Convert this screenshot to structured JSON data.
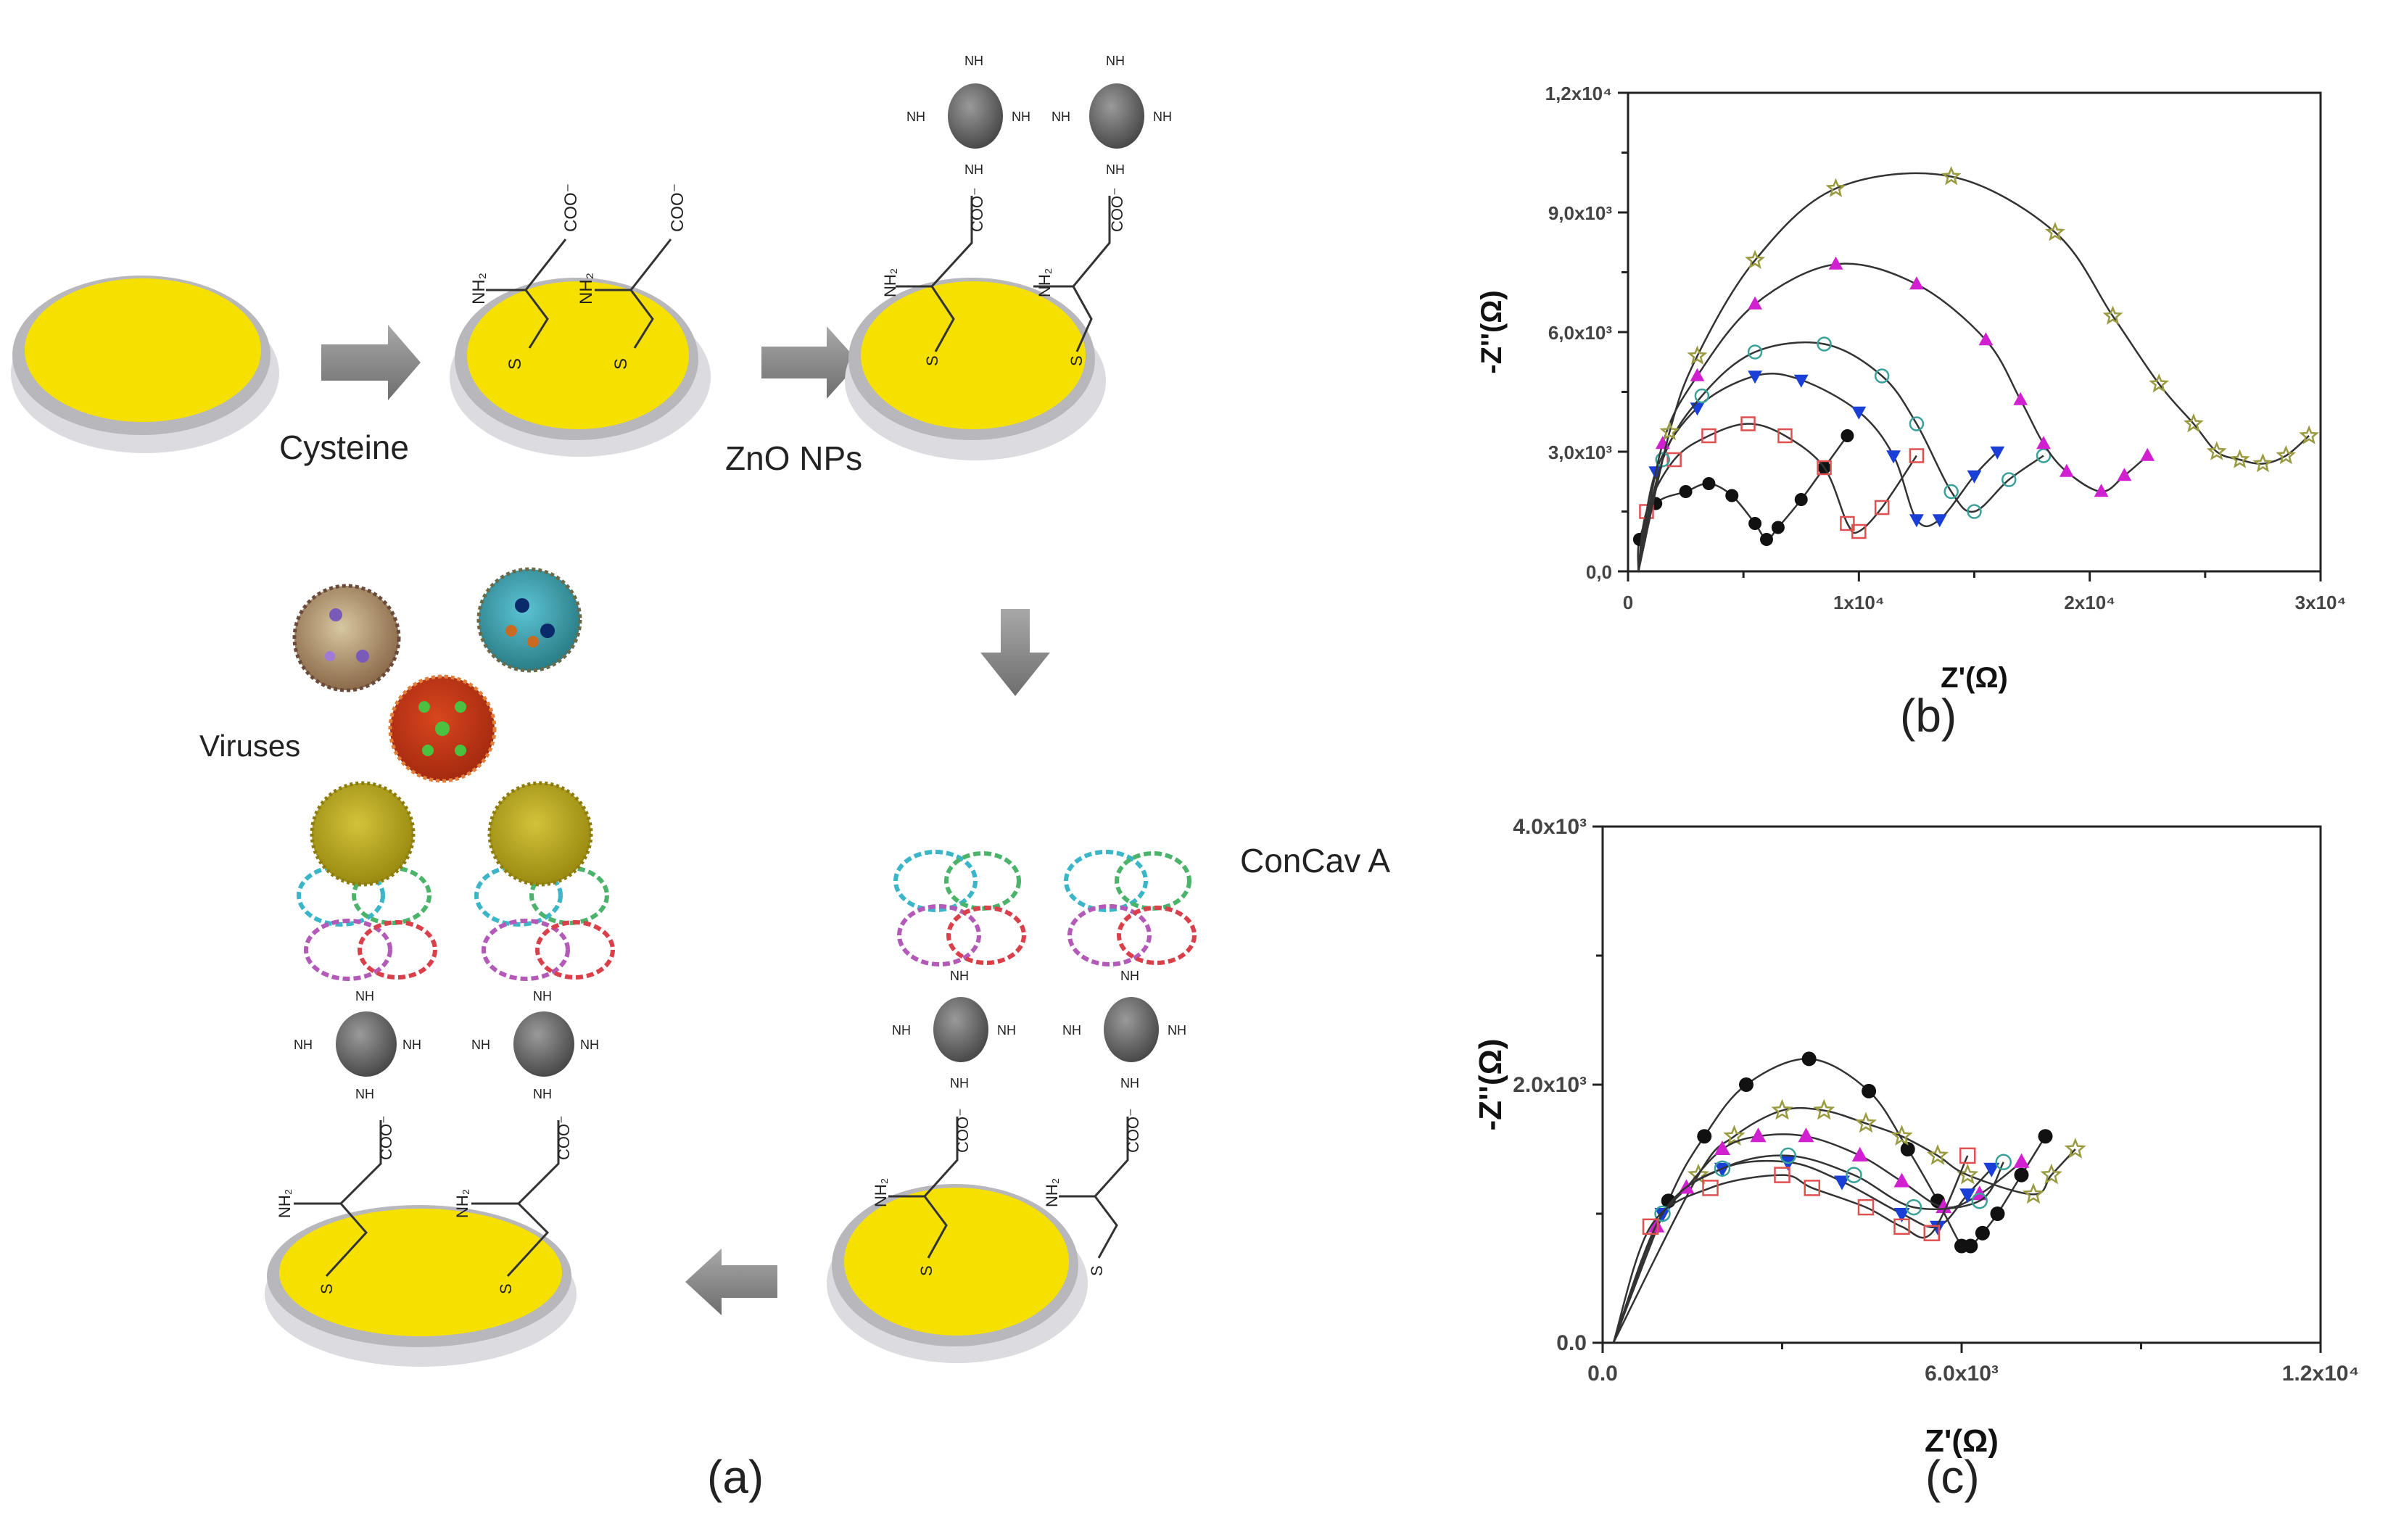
{
  "figure": {
    "panel_a": {
      "caption": "(a)",
      "steps": [
        "Cysteine",
        "ZnO NPs",
        "ConCav A",
        "Viruses"
      ],
      "molecule_labels": {
        "carboxylate": "COO⁻",
        "amine": "NH₂",
        "sulfur": "S",
        "nh": "NH"
      },
      "colors": {
        "electrode_gold": "#f5e000",
        "electrode_rim": "#b8b8bc",
        "nanoparticle": "#6e6e6e",
        "arrow": "#8a8a8a"
      }
    },
    "panel_b": {
      "caption": "(b)",
      "ylabel": "-Z''(Ω)",
      "xlabel": "Z'(Ω)",
      "yticks": [
        "0,0",
        "3,0x10³",
        "6,0x10³",
        "9,0x10³",
        "1,2x10⁴"
      ],
      "xticks": [
        "0",
        "1x10⁴",
        "2x10⁴",
        "3x10⁴"
      ]
    },
    "panel_c": {
      "caption": "(c)",
      "ylabel": "-Z''(Ω)",
      "xlabel": "Z'(Ω)",
      "yticks": [
        "0.0",
        "2.0x10³",
        "4.0x10³"
      ],
      "xticks": [
        "0.0",
        "6.0x10³",
        "1.2x10⁴"
      ]
    }
  },
  "chart_data": [
    {
      "type": "scatter",
      "title": "(b)",
      "xlabel": "Z'(Ω)",
      "ylabel": "-Z''(Ω)",
      "xlim": [
        0,
        30000
      ],
      "ylim": [
        0,
        12000
      ],
      "grid": false,
      "legend": "none",
      "series": [
        {
          "name": "black filled circles",
          "marker": "circle-filled",
          "color": "#111111",
          "x": [
            500,
            1200,
            2500,
            3500,
            4500,
            5500,
            6000,
            6500,
            7500,
            8500,
            9500
          ],
          "y": [
            800,
            1700,
            2000,
            2200,
            1900,
            1200,
            800,
            1100,
            1800,
            2600,
            3400
          ]
        },
        {
          "name": "red open squares",
          "marker": "square-open",
          "color": "#e05050",
          "x": [
            800,
            2000,
            3500,
            5200,
            6800,
            8500,
            9500,
            10000,
            11000,
            12500
          ],
          "y": [
            1500,
            2800,
            3400,
            3700,
            3400,
            2600,
            1200,
            1000,
            1600,
            2900
          ],
          "fit": "semicircle peak ~3600 at x~5200, min ~1000 at x~10000"
        },
        {
          "name": "blue down triangles",
          "marker": "triangle-down-filled",
          "color": "#1a3fd6",
          "x": [
            1200,
            3000,
            5500,
            7500,
            10000,
            11500,
            12500,
            13500,
            15000,
            16000
          ],
          "y": [
            2500,
            4100,
            4900,
            4800,
            4000,
            2900,
            1300,
            1300,
            2400,
            3000
          ],
          "fit": "peak ~4800 at x~7000, min ~1300 at x~13000"
        },
        {
          "name": "teal open circles",
          "marker": "circle-open",
          "color": "#3aa09a",
          "x": [
            1500,
            3200,
            5500,
            8500,
            11000,
            12500,
            14000,
            15000,
            16500,
            18000
          ],
          "y": [
            2800,
            4400,
            5500,
            5700,
            4900,
            3700,
            2000,
            1500,
            2300,
            2900
          ],
          "fit": "peak ~5700 at x~8000, min ~1500 at x~15000"
        },
        {
          "name": "magenta triangles",
          "marker": "triangle-up-filled",
          "color": "#d020d0",
          "x": [
            1500,
            3000,
            5500,
            9000,
            12500,
            15500,
            17000,
            18000,
            19000,
            20500,
            21500,
            22500
          ],
          "y": [
            3200,
            4900,
            6700,
            7700,
            7200,
            5800,
            4300,
            3200,
            2500,
            2000,
            2400,
            2900
          ],
          "fit": "peak ~7500 at x~10000, min ~1800 at x~20000"
        },
        {
          "name": "olive stars",
          "marker": "star-open",
          "color": "#9a9a40",
          "x": [
            1800,
            3000,
            5500,
            9000,
            14000,
            18500,
            21000,
            23000,
            24500,
            25500,
            26500,
            27500,
            28500,
            29500
          ],
          "y": [
            3500,
            5400,
            7800,
            9600,
            9900,
            8500,
            6400,
            4700,
            3700,
            3000,
            2800,
            2700,
            2900,
            3400
          ],
          "fit": "peak ~9900 at x~13000, min ~2300 at x~26500"
        }
      ]
    },
    {
      "type": "scatter",
      "title": "(c)",
      "xlabel": "Z'(Ω)",
      "ylabel": "-Z''(Ω)",
      "xlim": [
        0,
        12000
      ],
      "ylim": [
        0,
        4000
      ],
      "grid": false,
      "legend": "none",
      "series": [
        {
          "name": "black filled circles",
          "marker": "circle-filled",
          "color": "#111111",
          "x": [
            1100,
            1700,
            2400,
            3450,
            4450,
            5100,
            5600,
            6000,
            6150,
            6350,
            6600,
            7000,
            7400
          ],
          "y": [
            1100,
            1600,
            2000,
            2200,
            1950,
            1500,
            1100,
            750,
            750,
            850,
            1000,
            1300,
            1600
          ],
          "fit": "peak ~2200 at x~3400, min ~800 at x~6000"
        },
        {
          "name": "olive stars",
          "marker": "star-open",
          "color": "#9a9a40",
          "x": [
            1600,
            2200,
            3000,
            3700,
            4400,
            5000,
            5600,
            6100,
            7200,
            7500,
            7900
          ],
          "y": [
            1300,
            1600,
            1800,
            1800,
            1700,
            1600,
            1450,
            1300,
            1150,
            1300,
            1500
          ]
        },
        {
          "name": "magenta triangles",
          "marker": "triangle-up-filled",
          "color": "#d020d0",
          "x": [
            900,
            1400,
            2000,
            2600,
            3400,
            4300,
            5000,
            5700,
            6300,
            7000
          ],
          "y": [
            900,
            1200,
            1500,
            1600,
            1600,
            1450,
            1250,
            1050,
            1150,
            1400
          ]
        },
        {
          "name": "blue down triangles",
          "marker": "triangle-down-filled",
          "color": "#1a3fd6",
          "x": [
            1000,
            2000,
            3100,
            4000,
            5000,
            5600,
            6100,
            6500
          ],
          "y": [
            1000,
            1350,
            1400,
            1250,
            1000,
            900,
            1150,
            1350
          ]
        },
        {
          "name": "teal open circles",
          "marker": "circle-open",
          "color": "#3aa09a",
          "x": [
            1000,
            2000,
            3100,
            4200,
            5200,
            6300,
            6700
          ],
          "y": [
            1000,
            1350,
            1450,
            1300,
            1050,
            1100,
            1400
          ]
        },
        {
          "name": "red open squares",
          "marker": "square-open",
          "color": "#e05050",
          "x": [
            800,
            1800,
            3000,
            3500,
            4400,
            5000,
            5500,
            6100
          ],
          "y": [
            900,
            1200,
            1300,
            1200,
            1050,
            900,
            850,
            1450
          ]
        }
      ]
    }
  ]
}
